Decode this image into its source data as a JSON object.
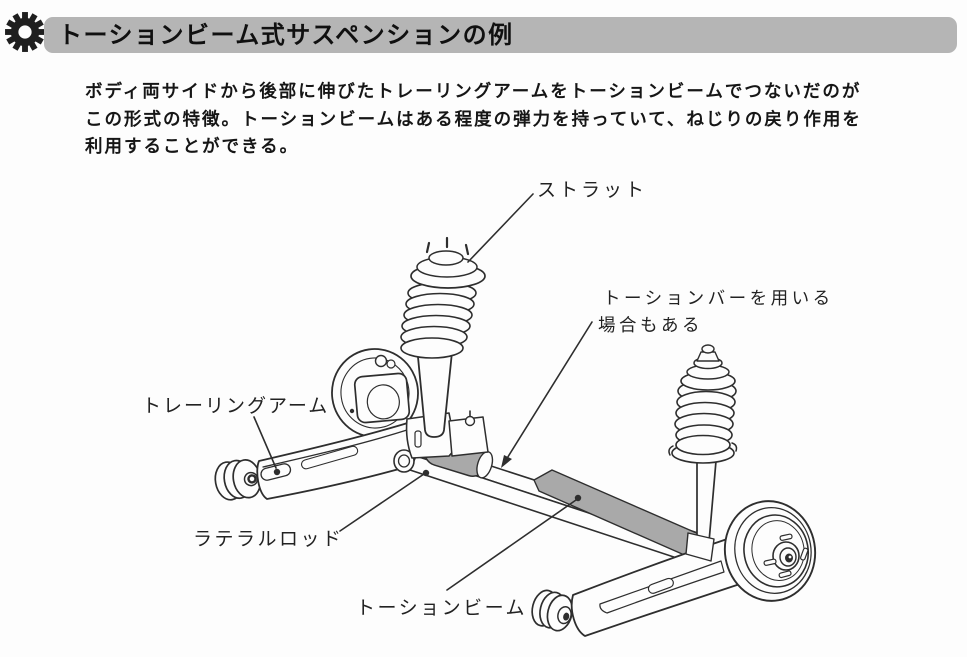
{
  "header": {
    "title": "トーションビーム式サスペンションの例",
    "icon": "gear-icon",
    "bar_color": "#b5b5b5"
  },
  "intro": {
    "line1": "ボディ両サイドから後部に伸びたトレーリングアームをトーションビームでつないだのが",
    "line2": "この形式の特徴。トーションビームはある程度の弾力を持っていて、ねじりの戻り作用を",
    "line3": "利用することができる。"
  },
  "diagram": {
    "labels": {
      "strut": "ストラット",
      "torsion_bar_note_line1": "トーションバーを用いる",
      "torsion_bar_note_line2": "場合もある",
      "trailing_arm": "トレーリングアーム",
      "lateral_rod": "ラテラルロッド",
      "torsion_beam": "トーションビーム"
    },
    "colors": {
      "ink": "#2e2e2e",
      "shade": "#a9a9a9",
      "paper": "#fdfdfd"
    }
  }
}
